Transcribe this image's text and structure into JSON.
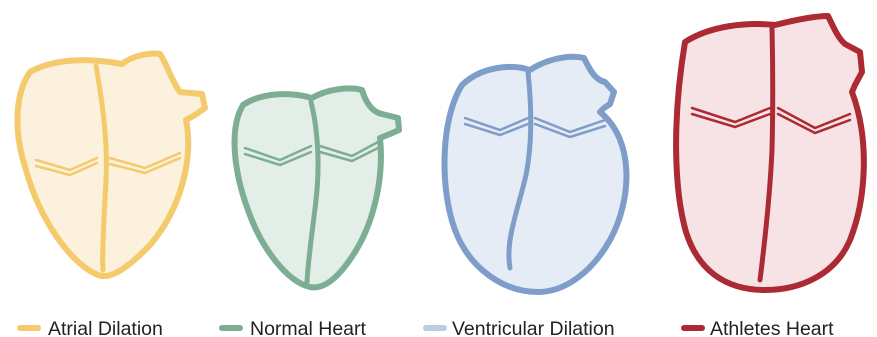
{
  "legend": [
    {
      "label": "Atrial Dilation",
      "color": "#F4CA6D",
      "fill": "#FCF1DC"
    },
    {
      "label": "Normal Heart",
      "color": "#7DAE93",
      "fill": "#E4EEE8"
    },
    {
      "label": "Ventricular Dilation",
      "color": "#BCCCE3",
      "fill": "#E6ECF5"
    },
    {
      "label": "Athletes Heart",
      "color": "#AC2A33",
      "fill": "#F7E3E5"
    }
  ],
  "hearts": [
    {
      "name": "atrial-dilation",
      "stroke": "#F4CA6D",
      "fill": "#FCF1DC",
      "septum": "#F4CA6D"
    },
    {
      "name": "normal",
      "stroke": "#7DAE93",
      "fill": "#E4EEE8",
      "septum": "#7DAE93"
    },
    {
      "name": "ventricular-dilation",
      "stroke": "#7E9DC9",
      "fill": "#E6ECF5",
      "septum": "#7E9DC9"
    },
    {
      "name": "athletes",
      "stroke": "#AC2A33",
      "fill": "#F7E3E5",
      "septum": "#AC2A33"
    }
  ]
}
